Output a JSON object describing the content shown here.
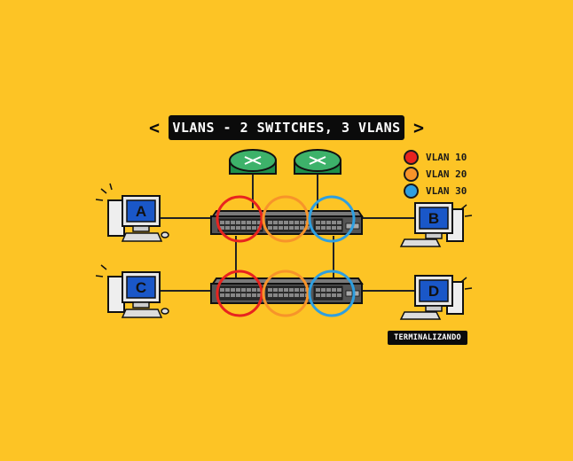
{
  "title": "VLANS - 2 SWITCHES, 3 VLANS",
  "legend": [
    {
      "label": "VLAN 10",
      "color": "#E8231F"
    },
    {
      "label": "VLAN 20",
      "color": "#F7942A"
    },
    {
      "label": "VLAN 30",
      "color": "#2E9FE0"
    }
  ],
  "computers": {
    "a": "A",
    "b": "B",
    "c": "C",
    "d": "D"
  },
  "brand": "TERMINALIZANDO",
  "icons": {
    "router": "router-icon",
    "switch": "switch-icon",
    "computer": "computer-icon"
  }
}
